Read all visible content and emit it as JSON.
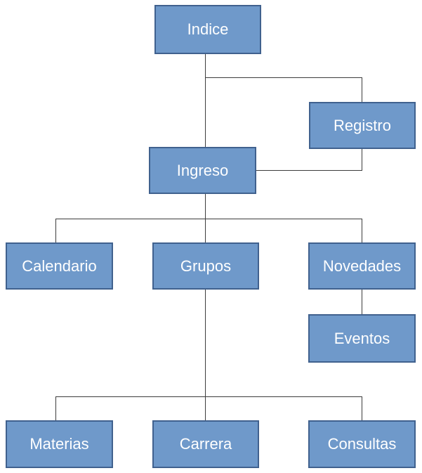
{
  "colors": {
    "background": "#ffffff",
    "node_fill": "#6f99ca",
    "node_border": "#40618e",
    "text": "#ffffff",
    "connector": "#3c3c3c"
  },
  "diagram": {
    "type": "tree",
    "nodes": [
      {
        "id": "indice",
        "label": "Indice"
      },
      {
        "id": "registro",
        "label": "Registro"
      },
      {
        "id": "ingreso",
        "label": "Ingreso"
      },
      {
        "id": "calendario",
        "label": "Calendario"
      },
      {
        "id": "grupos",
        "label": "Grupos"
      },
      {
        "id": "novedades",
        "label": "Novedades"
      },
      {
        "id": "eventos",
        "label": "Eventos"
      },
      {
        "id": "materias",
        "label": "Materias"
      },
      {
        "id": "carrera",
        "label": "Carrera"
      },
      {
        "id": "consultas",
        "label": "Consultas"
      }
    ],
    "edges": [
      {
        "from": "Indice",
        "to": "Ingreso"
      },
      {
        "from": "Indice",
        "to": "Registro"
      },
      {
        "from": "Registro",
        "to": "Ingreso"
      },
      {
        "from": "Ingreso",
        "to": "Calendario"
      },
      {
        "from": "Ingreso",
        "to": "Grupos"
      },
      {
        "from": "Ingreso",
        "to": "Novedades"
      },
      {
        "from": "Novedades",
        "to": "Eventos"
      },
      {
        "from": "Grupos",
        "to": "Materias"
      },
      {
        "from": "Grupos",
        "to": "Carrera"
      },
      {
        "from": "Grupos",
        "to": "Consultas"
      }
    ]
  }
}
